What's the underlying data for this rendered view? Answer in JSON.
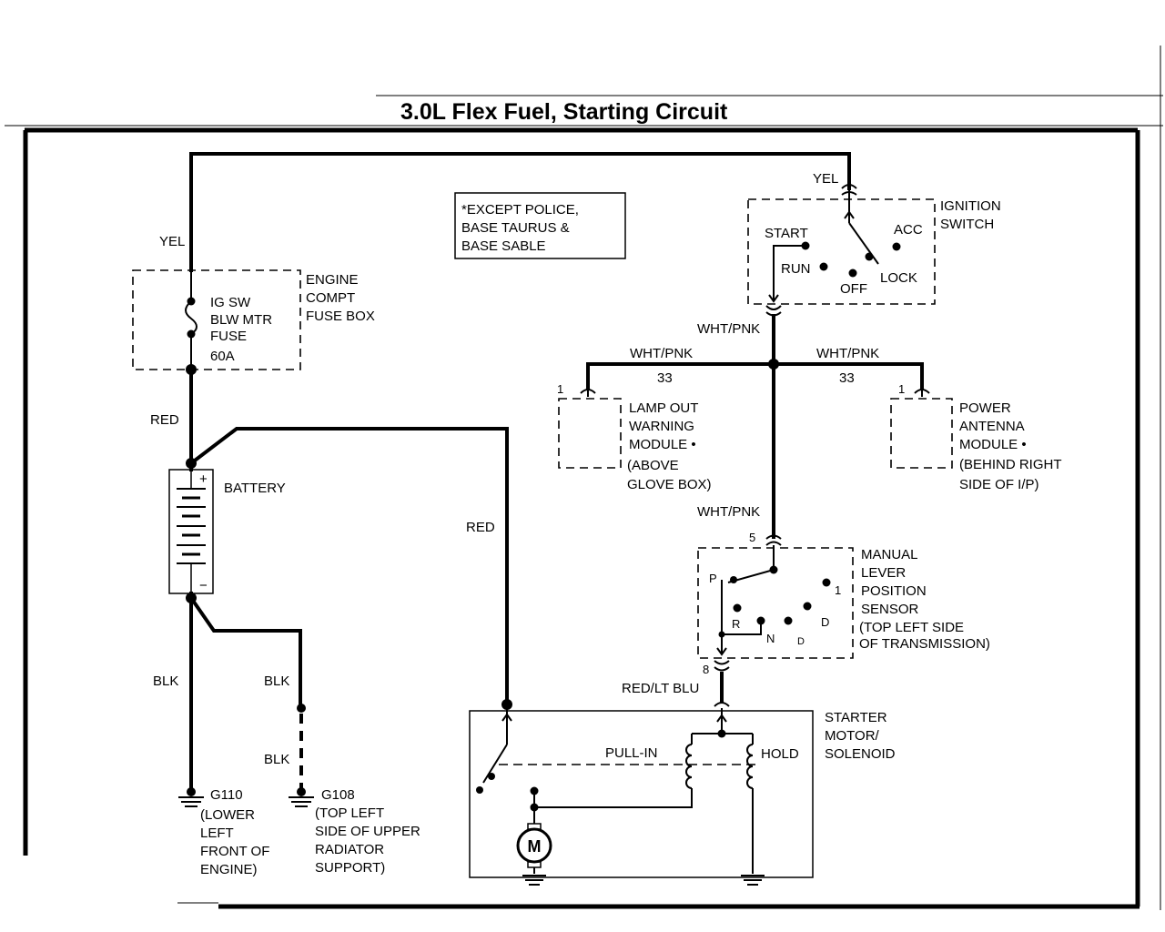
{
  "title": "3.0L Flex Fuel, Starting Circuit",
  "note": [
    "*EXCEPT POLICE,",
    "BASE TAURUS &",
    "BASE SABLE"
  ],
  "wires": {
    "yel_top": "YEL",
    "yel_left": "YEL",
    "red_left": "RED",
    "red_mid": "RED",
    "blk_1": "BLK",
    "blk_2": "BLK",
    "blk_3": "BLK",
    "wht_pnk_ign": "WHT/PNK",
    "wht_pnk_left": "WHT/PNK",
    "wht_pnk_right": "WHT/PNK",
    "wht_pnk_lower": "WHT/PNK",
    "red_lt_blu": "RED/LT BLU",
    "circuit_left": "33",
    "circuit_right": "33"
  },
  "fuse_box": {
    "label": [
      "ENGINE",
      "COMPT",
      "FUSE BOX"
    ],
    "fuse": [
      "IG SW",
      "BLW MTR",
      "FUSE",
      "60A"
    ]
  },
  "battery": {
    "label": "BATTERY",
    "pos": "+",
    "neg": "−"
  },
  "ignition_switch": {
    "label": [
      "IGNITION",
      "SWITCH"
    ],
    "positions": {
      "start": "START",
      "run": "RUN",
      "off": "OFF",
      "lock": "LOCK",
      "acc": "ACC"
    }
  },
  "lamp_out": {
    "pin": "1",
    "label": [
      "LAMP OUT",
      "WARNING",
      "MODULE  •",
      "(ABOVE",
      "GLOVE BOX)"
    ]
  },
  "power_antenna": {
    "pin": "1",
    "label": [
      "POWER",
      "ANTENNA",
      "MODULE  •",
      "(BEHIND RIGHT",
      "SIDE OF I/P)"
    ]
  },
  "mlps": {
    "pin_in": "5",
    "pin_out": "8",
    "label": [
      "MANUAL",
      "LEVER",
      "POSITION",
      "SENSOR",
      "(TOP LEFT SIDE",
      "OF TRANSMISSION)"
    ],
    "positions": {
      "p": "P",
      "r": "R",
      "n": "N",
      "d_small": "D",
      "d": "D",
      "one": "1"
    }
  },
  "starter": {
    "label": [
      "STARTER",
      "MOTOR/",
      "SOLENOID"
    ],
    "pull_in": "PULL-IN",
    "hold": "HOLD",
    "motor": "M"
  },
  "grounds": {
    "g110": [
      "G110",
      "(LOWER",
      "LEFT",
      "FRONT OF",
      "ENGINE)"
    ],
    "g108": [
      "G108",
      "(TOP LEFT",
      "SIDE OF UPPER",
      "RADIATOR",
      "SUPPORT)"
    ]
  }
}
